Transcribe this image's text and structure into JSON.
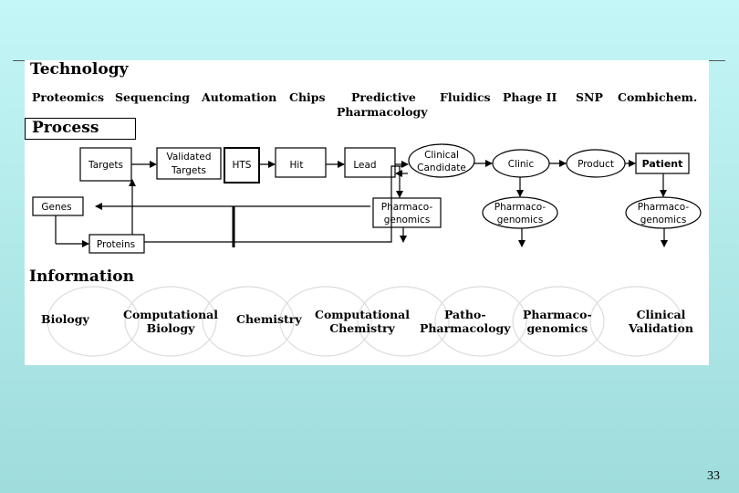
{
  "sections": {
    "technology": "Technology",
    "process": "Process",
    "information": "Information"
  },
  "technology_items": [
    "Proteomics",
    "Sequencing",
    "Automation",
    "Chips",
    "Predictive",
    "Pharmacology",
    "Fluidics",
    "Phage II",
    "SNP",
    "Combichem."
  ],
  "process_nodes": {
    "targets": "Targets",
    "validated_1": "Validated",
    "validated_2": "Targets",
    "hts": "HTS",
    "hit": "Hit",
    "lead": "Lead",
    "clinical_1": "Clinical",
    "clinical_2": "Candidate",
    "clinic": "Clinic",
    "product": "Product",
    "patient": "Patient",
    "genes": "Genes",
    "proteins": "Proteins",
    "pgx_1": "Pharmaco-",
    "pgx_2": "genomics"
  },
  "information_items": [
    {
      "line1": "Biology",
      "line2": ""
    },
    {
      "line1": "Computational",
      "line2": "Biology"
    },
    {
      "line1": "Chemistry",
      "line2": ""
    },
    {
      "line1": "Computational",
      "line2": "Chemistry"
    },
    {
      "line1": "Patho-",
      "line2": "Pharmacology"
    },
    {
      "line1": "Pharmaco-",
      "line2": "genomics"
    },
    {
      "line1": "Clinical",
      "line2": "Validation"
    }
  ],
  "page_number": "33"
}
